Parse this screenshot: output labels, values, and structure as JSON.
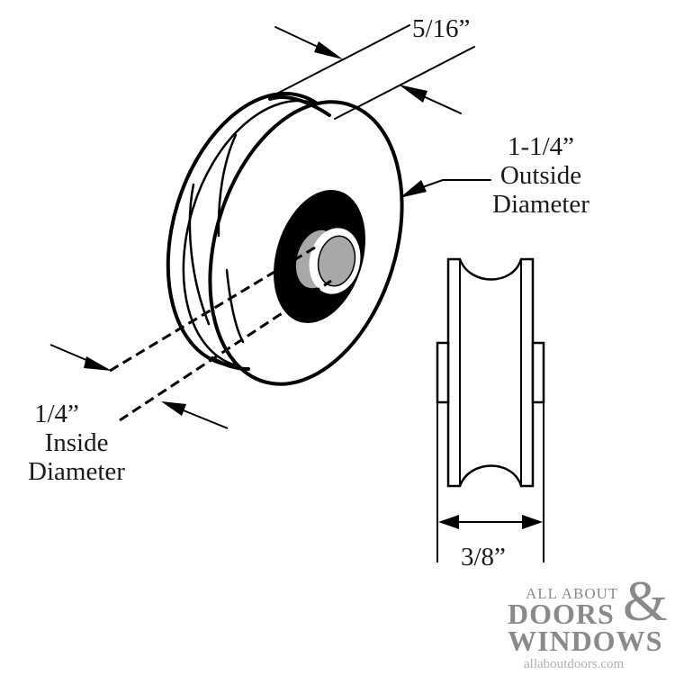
{
  "labels": {
    "width": "5/16”",
    "outside_size": "1-1/4”",
    "outside_word": "Outside",
    "outside_diam": "Diameter",
    "inside_size": "1/4”",
    "inside_word": "Inside",
    "inside_diam": "Diameter",
    "bottom_width": "3/8”"
  },
  "brand": {
    "line1": "ALL ABOUT",
    "line2": "DOORS",
    "amp": "&",
    "line3": "WINDOWS",
    "url": "allaboutdoors.com",
    "color": "#8a8a8a",
    "url_color": "#b0b0b0"
  },
  "colors": {
    "ink": "#000000",
    "bearing": "#a8a8a8",
    "white": "#ffffff"
  }
}
